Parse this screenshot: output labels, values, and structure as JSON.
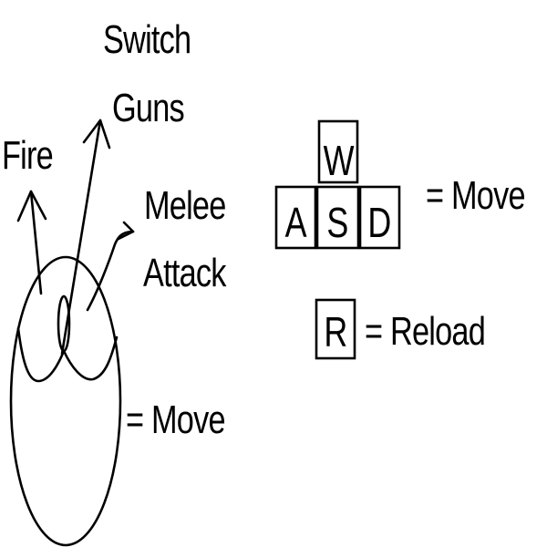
{
  "mouse": {
    "icon": "mouse-icon",
    "labels": {
      "fire": "Fire",
      "switch_guns_line1": "Switch",
      "switch_guns_line2": "Guns",
      "melee_line1": "Melee",
      "melee_line2": "Attack",
      "move": "= Move"
    }
  },
  "keyboard": {
    "keys": {
      "w": "W",
      "a": "A",
      "s": "S",
      "d": "D",
      "r": "R"
    },
    "move_label": "= Move",
    "reload_label": "= Reload"
  },
  "colors": {
    "ink": "#000000",
    "background": "#ffffff"
  }
}
